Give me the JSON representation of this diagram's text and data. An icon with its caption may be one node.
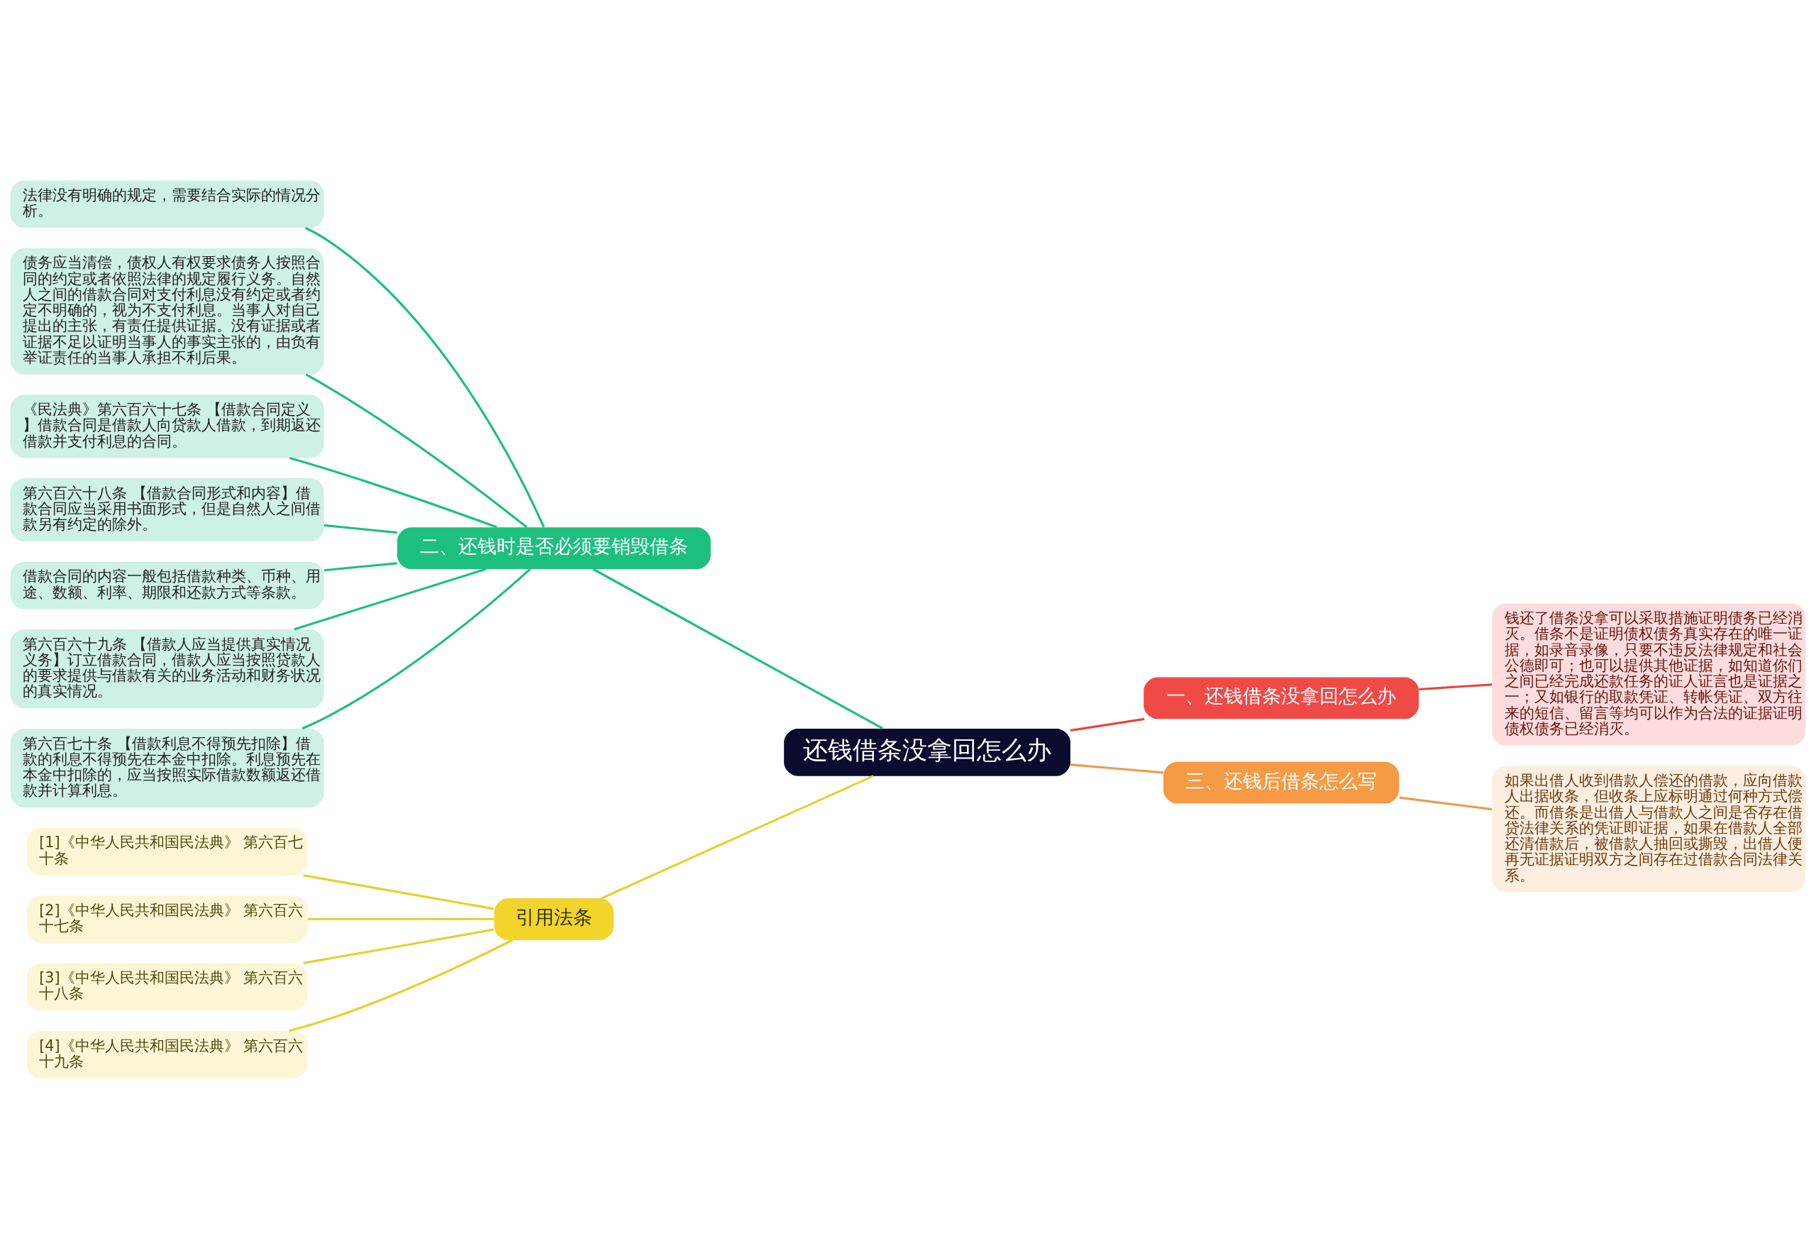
{
  "diagram": {
    "nodes": [
      {
        "text": [
          "还钱借条没拿回怎么办"
        ]
      },
      {
        "text": [
          "二、还钱时是否必须要销毁借条"
        ]
      },
      {
        "text": [
          "法律没有明确的规定，需要结合实际的情况分析。"
        ]
      },
      {
        "text": [
          "债务应当清偿，债权人有权要求债务人按照合同的约定或者依照法律的规定履行义务。自然人之间的借款合同对支付利息没有约定或者约定不明确的，视为不支付利息。当事人对自己提出的主张，有责任提供证据。没有证据或者证据不足以证明当事人的事实主张的，由负有举证责任的当事人承担不利后果。"
        ]
      },
      {
        "text": [
          "《民法典》第六百六十七条 【借款合同定义】借款合同是借款人向贷款人借款，到期返还借款并支付利息的合同。"
        ]
      },
      {
        "text": [
          "第六百六十八条 【借款合同形式和内容】借款合同应当采用书面形式，但是自然人之间借款另有约定的除外。"
        ]
      },
      {
        "text": [
          "借款合同的内容一般包括借款种类、币种、用途、数额、利率、期限和还款方式等条款。"
        ]
      },
      {
        "text": [
          "第六百六十九条 【借款人应当提供真实情况义务】订立借款合同，借款人应当按照贷款人的要求提供与借款有关的业务活动和财务状况的真实情况。"
        ]
      },
      {
        "text": [
          "第六百七十条 【借款利息不得预先扣除】借款的利息不得预先在本金中扣除。利息预先在本金中扣除的，应当按照实际借款数额返还借款并计算利息。"
        ]
      },
      {
        "text": [
          "一、还钱借条没拿回怎么办"
        ]
      },
      {
        "text": [
          "钱还了借条没拿可以采取措施证明债务已经消灭。借条不是证明债权债务真实存在的唯一证据，如录音录像，只要不违反法律规定和社会公德即可；也可以提供其他证据，如知道你们之间已经完成还款任务的证人证言也是证据之一；又如银行的取款凭证、转帐凭证、双方往来的短信、留言等均可以作为合法的证据证明债权债务已经消灭。"
        ]
      },
      {
        "text": [
          "三、还钱后借条怎么写"
        ]
      },
      {
        "text": [
          "如果出借人收到借款人偿还的借款，应向借款人出据收条，但收条上应标明通过何种方式偿还。而借条是出借人与借款人之间是否存在借贷法律关系的凭证即证据，如果在借款人全部还清借款后，被借款人抽回或撕毁，出借人便再无证据证明双方之间存在过借款合同法律关系。"
        ]
      },
      {
        "text": [
          "引用法条"
        ]
      },
      {
        "text": [
          "[1]《中华人民共和国民法典》 第六百七十条"
        ]
      },
      {
        "text": [
          "[2]《中华人民共和国民法典》 第六百六十七条"
        ]
      },
      {
        "text": [
          "[3]《中华人民共和国民法典》 第六百六十八条"
        ]
      },
      {
        "text": [
          "[4]《中华人民共和国民法典》 第六百六十九条"
        ]
      }
    ],
    "edges": [
      {
        "from": 0,
        "to": 1,
        "arrow": "none"
      },
      {
        "from": 1,
        "to": 2,
        "arrow": "none"
      },
      {
        "from": 1,
        "to": 3,
        "arrow": "none"
      },
      {
        "from": 1,
        "to": 4,
        "arrow": "none"
      },
      {
        "from": 1,
        "to": 5,
        "arrow": "none"
      },
      {
        "from": 1,
        "to": 6,
        "arrow": "none"
      },
      {
        "from": 1,
        "to": 7,
        "arrow": "none"
      },
      {
        "from": 1,
        "to": 8,
        "arrow": "none"
      },
      {
        "from": 0,
        "to": 9,
        "arrow": "none",
        "color": "#e8443f"
      },
      {
        "from": 9,
        "to": 10,
        "arrow": "none",
        "color": "#e8443f"
      },
      {
        "from": 0,
        "to": 11,
        "arrow": "none",
        "color": "#ef9a4a"
      },
      {
        "from": 11,
        "to": 12,
        "arrow": "none",
        "color": "#ef9a4a"
      },
      {
        "from": 0,
        "to": 13,
        "arrow": "none",
        "color": "#e8cf2e"
      },
      {
        "from": 13,
        "to": 14,
        "arrow": "none",
        "color": "#e8cf2e"
      },
      {
        "from": 13,
        "to": 15,
        "arrow": "none",
        "color": "#e8cf2e"
      },
      {
        "from": 13,
        "to": 16,
        "arrow": "none",
        "color": "#e8cf2e"
      },
      {
        "from": 13,
        "to": 17,
        "arrow": "none",
        "color": "#e8cf2e"
      }
    ]
  }
}
